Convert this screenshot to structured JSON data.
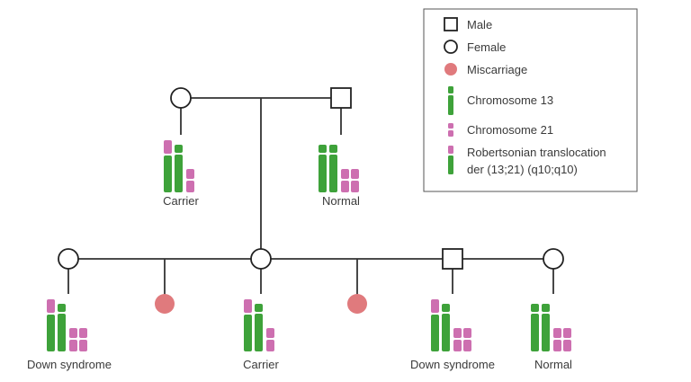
{
  "legend": {
    "male": "Male",
    "female": "Female",
    "miscarriage": "Miscarriage",
    "chromosome13": "Chromosome 13",
    "chromosome21": "Chromosome 21",
    "translocation_line1": "Robertsonian translocation",
    "translocation_line2": "der (13;21) (q10;q10)"
  },
  "labels": {
    "gen1_female": "Carrier",
    "gen1_male": "Normal",
    "gen2_child1": "Down syndrome",
    "gen2_child3": "Carrier",
    "gen2_child5": "Down syndrome",
    "gen2_child6": "Normal"
  },
  "colors": {
    "chromosome13": "#3ea23a",
    "chromosome21": "#cd6fb0",
    "miscarriage": "#e07a7d",
    "line": "#333333"
  },
  "karyotypes": {
    "gen1_female": {
      "chr13": 1,
      "chr21": 1,
      "translocation": 1
    },
    "gen1_male": {
      "chr13": 2,
      "chr21": 2,
      "translocation": 0
    },
    "gen2_child1": {
      "chr13": 1,
      "chr21": 2,
      "translocation": 1
    },
    "gen2_child3": {
      "chr13": 1,
      "chr21": 1,
      "translocation": 1
    },
    "gen2_child5": {
      "chr13": 1,
      "chr21": 2,
      "translocation": 1
    },
    "gen2_child6": {
      "chr13": 2,
      "chr21": 2,
      "translocation": 0
    }
  }
}
